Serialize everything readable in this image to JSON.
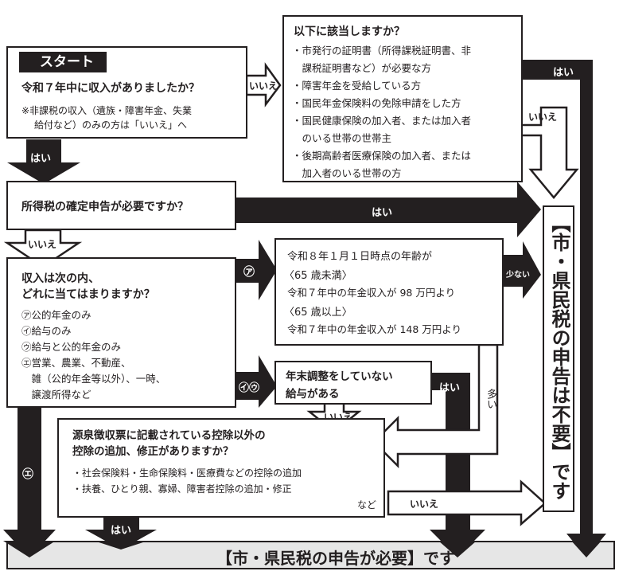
{
  "colors": {
    "ink": "#231f20",
    "paper": "#ffffff",
    "result_bar": "#e6e6e6"
  },
  "start": {
    "badge": "スタート",
    "question": "令和７年中に収入がありましたか？",
    "note_line1": "※非課税の収入（遺族・障害年金、失業",
    "note_line2": "給付など）のみの方は「いいえ」へ"
  },
  "check_box": {
    "title": "以下に該当しますか？",
    "items": [
      "・市発行の証明書（所得課税証明書、非",
      "　課税証明書など）が必要な方",
      "・障害年金を受給している方",
      "・国民年金保険料の免除申請をした方",
      "・国民健康保険の加入者、または加入者",
      "　のいる世帯の世帯主",
      "・後期高齢者医療保険の加入者、または",
      "　加入者のいる世帯の方"
    ]
  },
  "income_tax_box": {
    "question": "所得税の確定申告が必要ですか？"
  },
  "income_type_box": {
    "question_line1": "収入は次の内、",
    "question_line2": "どれに当てはまりますか？",
    "options": [
      "㋐公的年金のみ",
      "㋑給与のみ",
      "㋒給与と公的年金のみ",
      "㋓営業、農業、不動産、",
      "　雑（公的年金等以外）、一時、",
      "　譲渡所得など"
    ]
  },
  "pension_box": {
    "lines": [
      "令和８年１月１日時点の年齢が",
      "〈65 歳未満〉",
      "令和７年中の年金収入が 98 万円より",
      "〈65 歳以上〉",
      "令和７年中の年金収入が 148 万円より"
    ]
  },
  "salary_box": {
    "line1": "年末調整をしていない",
    "line2": "給与がある"
  },
  "deduction_box": {
    "line1": "源泉徴収票に記載されている控除以外の",
    "line2": "控除の追加、修正がありますか？",
    "bullet1": "・社会保険料・生命保険料・医療費などの控除の追加",
    "bullet2": "・扶養、ひとり親、寡婦、障害者控除の追加・修正",
    "suffix": "など"
  },
  "results": {
    "not_required": "【市・県民税の申告は不要】です",
    "required": "【市・県民税の申告が必要】です"
  },
  "arrow_labels": {
    "yes": "はい",
    "no": "いいえ",
    "a": "㋐",
    "iu": "㋑㋒",
    "e": "㋓",
    "less": "少ない",
    "more": "多い"
  }
}
